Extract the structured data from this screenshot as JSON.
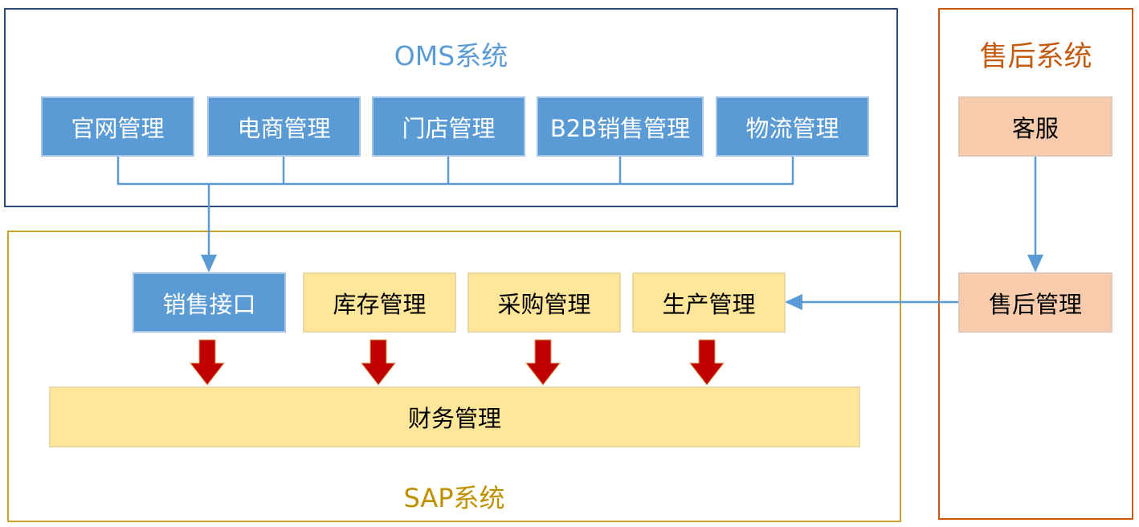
{
  "oms": {
    "title": "OMS系统",
    "modules": [
      "官网管理",
      "电商管理",
      "门店管理",
      "B2B销售管理",
      "物流管理"
    ]
  },
  "sap": {
    "title": "SAP系统",
    "modules": [
      "销售接口",
      "库存管理",
      "采购管理",
      "生产管理"
    ],
    "finance": "财务管理"
  },
  "after_sales": {
    "title": "售后系统",
    "customer_service": "客服",
    "management": "售后管理"
  },
  "colors": {
    "oms_border": "#2e4a7a",
    "sap_border": "#c9a227",
    "after_border": "#c55a11",
    "blue_box": "#5b9bd5",
    "yellow_box": "#ffe699",
    "peach_box": "#f8cbad",
    "connector": "#5b9bd5",
    "down_arrow": "#c00000"
  }
}
